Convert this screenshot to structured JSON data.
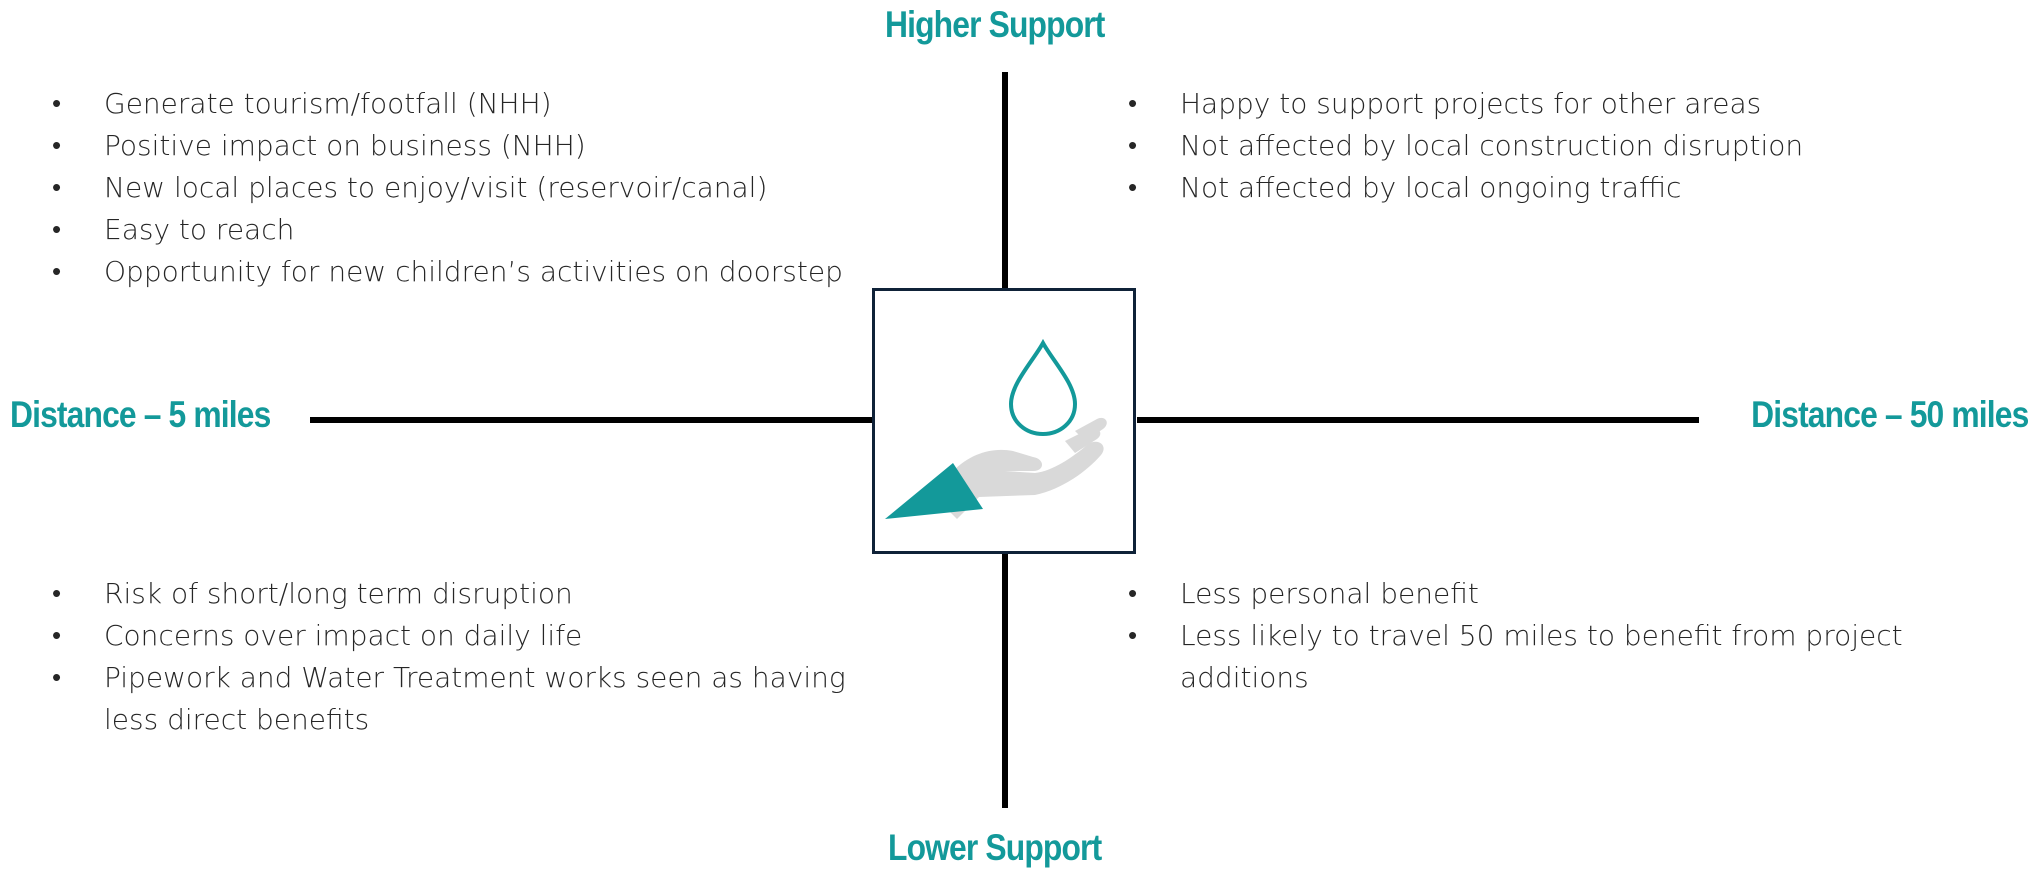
{
  "colors": {
    "accent": "#13999a",
    "axis_line": "#000000",
    "box_border": "#0f2238",
    "icon_hand": "#d9d9d9",
    "text": "#262626"
  },
  "axes": {
    "top": "Higher Support",
    "bottom": "Lower Support",
    "left": "Distance – 5 miles",
    "right": "Distance – 50 miles"
  },
  "center_icon": {
    "name": "water-drop-in-hand-icon"
  },
  "quadrants": {
    "top_left": [
      "Generate tourism/footfall (NHH)",
      "Positive impact on business (NHH)",
      "New local places to enjoy/visit (reservoir/canal)",
      "Easy to reach",
      "Opportunity for new children’s activities on doorstep"
    ],
    "top_right": [
      "Happy to support projects for other areas",
      "Not affected by local construction disruption",
      "Not affected by local ongoing traffic"
    ],
    "bottom_left": [
      "Risk of short/long term disruption",
      "Concerns over impact on daily life",
      "Pipework and Water Treatment works seen as having less direct benefits"
    ],
    "bottom_right": [
      "Less personal benefit",
      "Less likely to travel 50 miles to benefit from project additions"
    ]
  }
}
